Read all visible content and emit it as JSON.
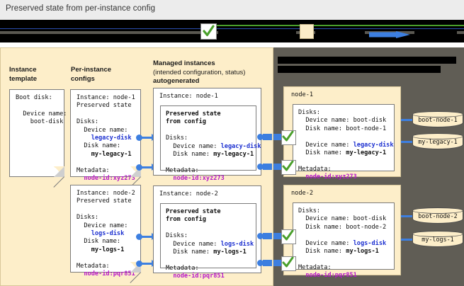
{
  "title": "Preserved state from per-instance config",
  "colors": {
    "panel_left_bg": "#fdeec9",
    "panel_right_bg": "#605d55",
    "card_bg": "#ffffff",
    "connector_blue": "#3d7fe0",
    "value_blue": "#1b2fd0",
    "value_magenta": "#b617c9",
    "check_green": "#4aa02c",
    "legend_band_bg": "#000000",
    "titlebar_bg": "#ececec"
  },
  "legend": {
    "check_icon": "green-check-icon",
    "swatch_icon": "cream-square-swatch",
    "arrow_icon": "blue-arrow-icon",
    "items": [
      {
        "icon": "green-check-icon",
        "label": ""
      },
      {
        "icon": "cream-square-swatch",
        "label": ""
      },
      {
        "icon": "blue-arrow-icon",
        "label": ""
      }
    ]
  },
  "headings": {
    "instance_template": "Instance\ntemplate",
    "per_instance_configs": "Per-instance\nconfigs",
    "managed_instances_line1": "Managed instances",
    "managed_instances_line2": "(intended configuration, status)",
    "managed_instances_line3": "autogenerated",
    "right_panel_line1": "",
    "right_panel_line2": ""
  },
  "instance_template_card": {
    "name": "instance-template-card",
    "line1": "Boot disk:",
    "line2": "",
    "line3": "  Device name:",
    "line4": "    boot-disk"
  },
  "per_instance_configs": [
    {
      "name": "per-instance-config-node-1",
      "instance": "Instance: node-1",
      "preserved": "Preserved state",
      "disks_label": "Disks:",
      "device_name_label": "  Device name:",
      "device_name_value": "    legacy-disk",
      "disk_name_label": "  Disk name:",
      "disk_name_value": "    my-legacy-1",
      "metadata_label": "Metadata:",
      "metadata_value": "  node-id:xyz273"
    },
    {
      "name": "per-instance-config-node-2",
      "instance": "Instance: node-2",
      "preserved": "Preserved state",
      "disks_label": "Disks:",
      "device_name_label": "  Device name:",
      "device_name_value": "    logs-disk",
      "disk_name_label": "  Disk name:",
      "disk_name_value": "    my-logs-1",
      "metadata_label": "Metadata:",
      "metadata_value": "  node-id:pqr851"
    }
  ],
  "managed_instances": [
    {
      "name": "managed-instance-node-1",
      "instance": "Instance: node-1",
      "preserved_line1": "Preserved state",
      "preserved_line2": "from config",
      "disks_label": "Disks:",
      "device_name_label": "  Device name: ",
      "device_name_value": "legacy-disk",
      "disk_name_label": "  Disk name: ",
      "disk_name_value": "my-legacy-1",
      "metadata_label": "Metadata:",
      "metadata_value": "  node-id:xyz273"
    },
    {
      "name": "managed-instance-node-2",
      "instance": "Instance: node-2",
      "preserved_line1": "Preserved state",
      "preserved_line2": "from config",
      "disks_label": "Disks:",
      "device_name_label": "  Device name: ",
      "device_name_value": "logs-disk",
      "disk_name_label": "  Disk name: ",
      "disk_name_value": "my-logs-1",
      "metadata_label": "Metadata:",
      "metadata_value": "  node-id:pqr851"
    }
  ],
  "nodes": [
    {
      "name": "node-1",
      "title": "node-1",
      "disks_label": "Disks:",
      "boot_device_name": "  Device name: boot-disk",
      "boot_disk_name": "  Disk name: boot-node-1",
      "extra_device_label": "  Device name: ",
      "extra_device_value": "legacy-disk",
      "extra_disk_label": "  Disk name: ",
      "extra_disk_value": "my-legacy-1",
      "metadata_label": "Metadata:",
      "metadata_value": "  node-id:xyz273",
      "disks": [
        {
          "name": "boot-node-1"
        },
        {
          "name": "my-legacy-1"
        }
      ]
    },
    {
      "name": "node-2",
      "title": "node-2",
      "disks_label": "Disks:",
      "boot_device_name": "  Device name: boot-disk",
      "boot_disk_name": "  Disk name: boot-node-2",
      "extra_device_label": "  Device name: ",
      "extra_device_value": "logs-disk",
      "extra_disk_label": "  Disk name: ",
      "extra_disk_value": "my-logs-1",
      "metadata_label": "Metadata:",
      "metadata_value": "  node-id:pqr851",
      "disks": [
        {
          "name": "boot-node-2"
        },
        {
          "name": "my-logs-1"
        }
      ]
    }
  ]
}
